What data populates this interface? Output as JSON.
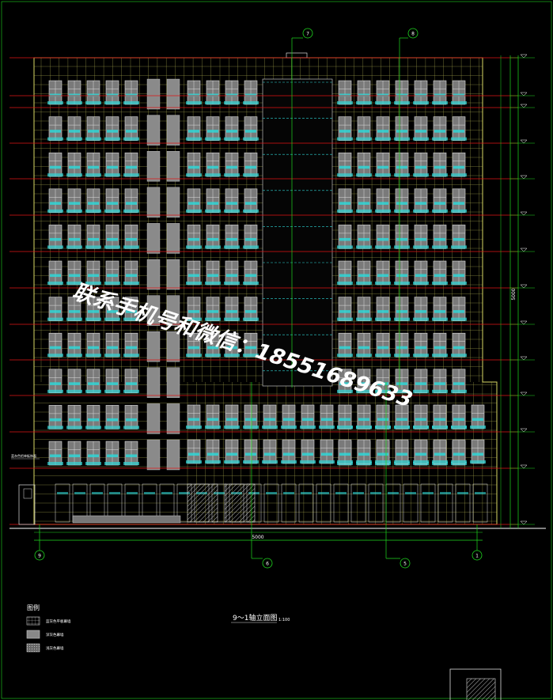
{
  "drawing": {
    "title": "9～1轴立面图",
    "scale": "1:100",
    "total_width_dim": "5000",
    "total_height_dim": "5000"
  },
  "axes": {
    "top": [
      "7",
      "8"
    ],
    "bottom": [
      "9",
      "6",
      "5",
      "1"
    ]
  },
  "legend": {
    "title": "图例",
    "items": [
      {
        "label": "蓝灰色平板幕墙",
        "pattern": "grid"
      },
      {
        "label": "深灰色幕墙",
        "pattern": "solid"
      },
      {
        "label": "浅灰色幕墙",
        "pattern": "dots"
      }
    ]
  },
  "side_note": "蓝灰色铝单板饰面",
  "watermark": "联系手机号和微信：18551689633",
  "colors": {
    "background": "#000000",
    "facade_grid": "#d8d864",
    "glass": "#8a8a8a",
    "cyan": "#2fd6d6",
    "floor_line": "#e01414",
    "axis": "#1fd81f",
    "frame": "#ffffff"
  }
}
